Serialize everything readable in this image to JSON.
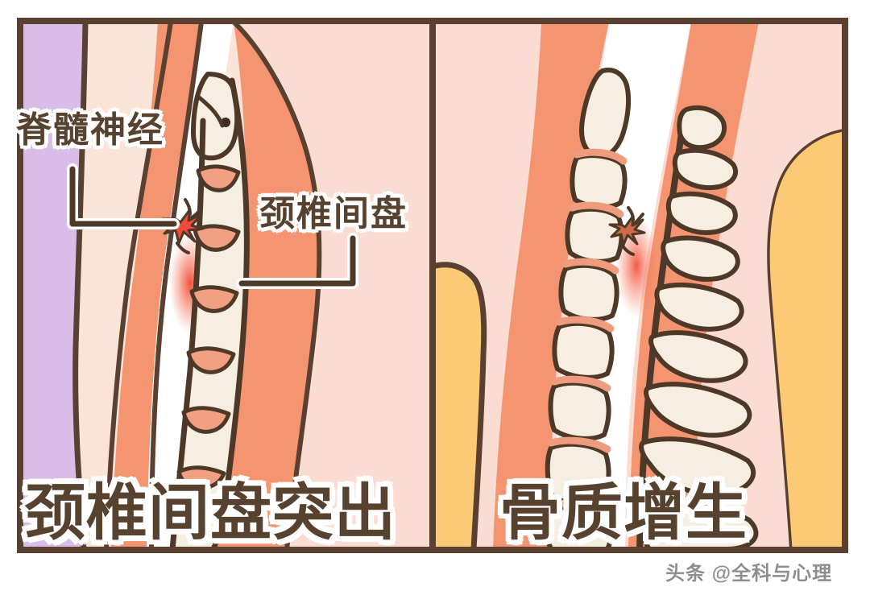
{
  "figure": {
    "type": "medical-illustration",
    "subject": "cervical spine comparison",
    "frame_border_color": "#5a4030",
    "background_color": "#ffffff"
  },
  "panels": [
    {
      "id": "left",
      "caption": "颈椎间盘突出",
      "background_regions": [
        {
          "name": "purple-tissue",
          "color": "#d9bce8"
        },
        {
          "name": "pale-skin",
          "color": "#fae4d7"
        },
        {
          "name": "orange-muscle",
          "color": "#f59470"
        },
        {
          "name": "spinal-canal-white",
          "color": "#ffffff"
        },
        {
          "name": "bone-cream",
          "color": "#f7eee2"
        },
        {
          "name": "disc-salmon",
          "color": "#f2a083"
        },
        {
          "name": "pain-red",
          "color": "#f24a3c"
        }
      ],
      "labels": [
        {
          "id": "nerve",
          "text": "脊髓神经",
          "text_color": "#57412f",
          "outline_color": "#ffffff",
          "leader": "L-shaped elbow from label down then right to pain burst"
        },
        {
          "id": "disc",
          "text": "颈椎间盘",
          "text_color": "#57412f",
          "outline_color": "#ffffff",
          "leader": "L-shaped elbow from label down then left to disc"
        }
      ],
      "annotations": [
        {
          "name": "pain-burst",
          "kind": "starburst",
          "color": "#ef4b3c"
        },
        {
          "name": "nerve-compression-glow",
          "color": "#f4533f"
        }
      ]
    },
    {
      "id": "right",
      "caption": "骨质增生",
      "background_regions": [
        {
          "name": "pale-skin",
          "color": "#fae4d7"
        },
        {
          "name": "orange-muscle",
          "color": "#f59470"
        },
        {
          "name": "yellow-tissue",
          "color": "#fcca74"
        },
        {
          "name": "spinal-canal-white",
          "color": "#ffffff"
        },
        {
          "name": "bone-cream",
          "color": "#f7eee2"
        },
        {
          "name": "disc-salmon",
          "color": "#f2a083"
        }
      ],
      "labels": [],
      "annotations": [
        {
          "name": "pain-burst",
          "kind": "starburst",
          "color": "#6b4a33"
        },
        {
          "name": "nerve-compression-glow",
          "color": "#f4533f"
        }
      ]
    }
  ],
  "watermark": {
    "text": "头条 @全科与心理",
    "color": "#8e8e8e"
  }
}
